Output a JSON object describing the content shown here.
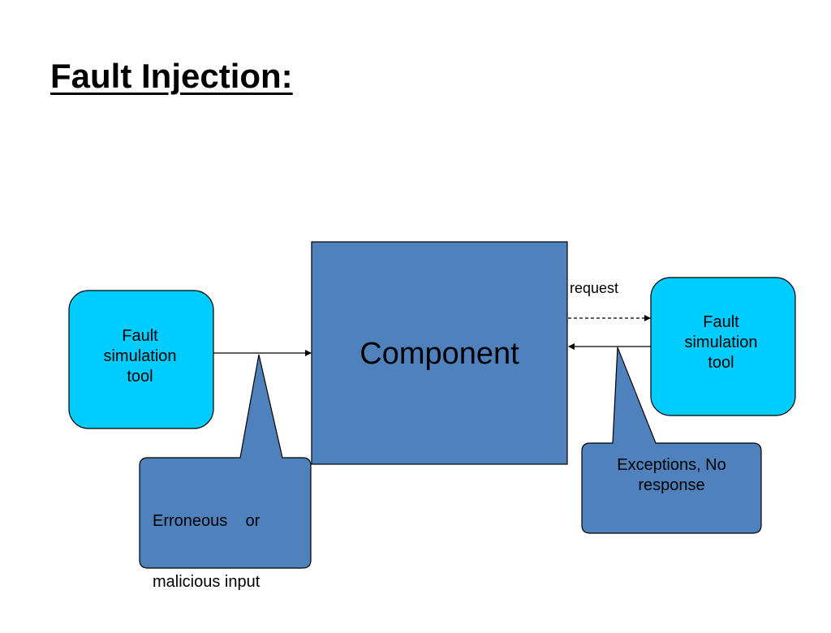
{
  "title": "Fault Injection:",
  "diagram": {
    "component": {
      "label": "Component"
    },
    "left_tool": {
      "line1": "Fault",
      "line2": "simulation",
      "line3": "tool"
    },
    "right_tool": {
      "line1": "Fault",
      "line2": "simulation",
      "line3": "tool"
    },
    "request_label": "request",
    "left_callout": {
      "line1": "Erroneous    or",
      "line2": "malicious input"
    },
    "right_callout": {
      "line1": "Exceptions, No",
      "line2": "response"
    },
    "colors": {
      "tool_fill": "#00CCFF",
      "box_fill": "#4F81BD",
      "stroke": "#000000"
    }
  }
}
